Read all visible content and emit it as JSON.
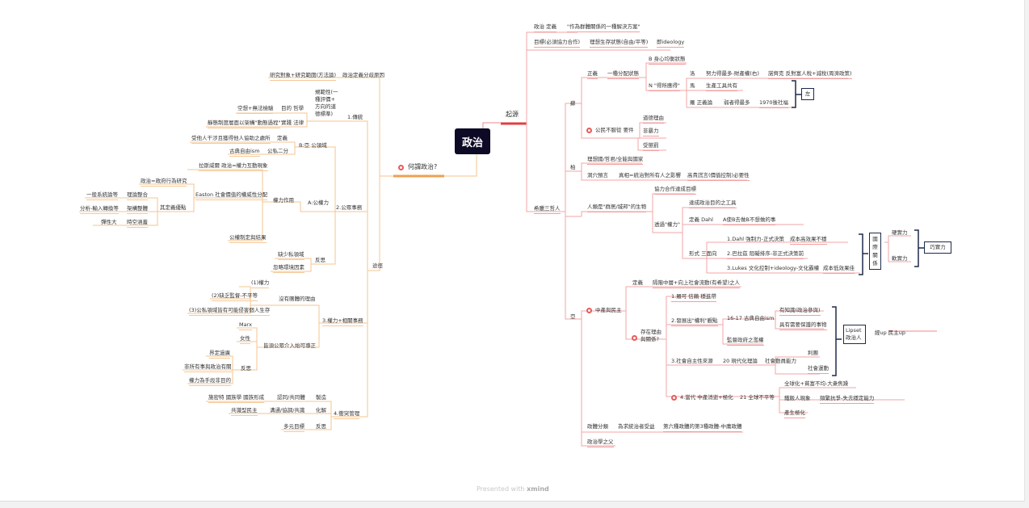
{
  "root": {
    "label": "政治"
  },
  "right": {
    "branch_label": "起源",
    "nodes": {
      "definition_a": "政治 定義",
      "definition_b": "\"作為群體關係的一種解決方案\"",
      "goal_a": "目標(必須協力合作)",
      "goal_b": "理想生存狀態(自由/平等)",
      "goal_c": "即ideology",
      "su": "蘇",
      "zhengyi": "正義",
      "fenpei": "一種分配狀態",
      "b_state": "B 身心均衡狀態",
      "n_label": "N \"得所應得\"",
      "luo": "洛",
      "luo_a": "努力得最多-財產權(右)",
      "luo_b": "諾齊克 反對富人稅+減稅(周濟政策)",
      "ma": "馬",
      "ma_a": "生產工具共有",
      "luo2": "羅 正義論",
      "luo2_a": "弱者得最多",
      "luo2_b": "1970後社福",
      "left_box": "左",
      "gongmin": "公民不服從 要件",
      "g1": "道德理由",
      "g2": "非暴力",
      "g3": "受懲罰",
      "bai": "柏",
      "bai_a": "理想國/哲君/全能與國家",
      "bai_b": "洞穴預言",
      "bai_c": "真相=統治對所有人之影響",
      "bai_d": "高貴謊言(價值控制)必要性",
      "xila": "希臘三哲人",
      "ya": "亞",
      "renlei": "人類是\"群居/城邦\"的生物",
      "xieli": "協力合作達成目標",
      "tougou": "透過\"權力\"",
      "dacheng": "達成政治目的之工具",
      "dingyi": "定義 Dahl",
      "dingyi_a": "A使B去做B不想做的事",
      "xingshi": "形式 三面向",
      "x1": "1.Dahl 強制力-正式決策",
      "x1b": "成本高效果不穩",
      "x2": "2.巴拉茲 阻礙排序-非正式決策前",
      "x3": "3.Lukes 文化控制+ideology-文化霸權",
      "x3b": "成本低效果佳",
      "guoji_box": "國際關係",
      "ying": "硬實力",
      "ruan": "軟實力",
      "qiao_box": "巧實力",
      "zhongchan": "中產與民主",
      "zc_def": "定義",
      "zc_def_a": "隔階中層+向上社會流動(有希望)之人",
      "cunzai": "存在理由與關係?",
      "c1": "1.羅可 信賴 穩進帶",
      "c2": "2.發展出\"權利\"觀點",
      "c2a": "16-17 古典自由ism",
      "c2a1": "有知識(政治參與)",
      "c2a2": "具有需要保護的事物",
      "c2b": "監督政府之濫權",
      "c3": "3.社會自主性來源",
      "c3a": "20 現代化理論",
      "c3b": "社會動員能力",
      "c3b1": "利團",
      "c3b2": "社會運動",
      "c4": "4.當代 中產消逝+極化",
      "c4a": "21 全球不平等",
      "c4b": "全球化+貧富不均-大衆焦躁",
      "c4c": "鐵飯人現象",
      "c4c1": "頻繁抗爭-失去穩定能力",
      "c4d": "產生極化",
      "lipset_box": "Lipset 政治人",
      "lipset_a": "經up 民主up",
      "zhengti": "政體分類",
      "zhengti_a": "為求統治者受益",
      "zhengti_b": "第六種政體的第3種政體-中庸政體",
      "fuzhi": "政治學之父"
    }
  },
  "left": {
    "branch_label": "何謂政治?",
    "nodes": {
      "yanjiu": "研究對象+研究範圍(方法論)",
      "yanjiu_b": "政治定義分歧原因",
      "chuantong": "1.傳統",
      "chuantong_a1": "規範性(一",
      "chuantong_a2": "種評價+",
      "chuantong_a3": "方向的道",
      "chuantong_a4": "德標準)",
      "mudi": "目的 哲學",
      "mudi_a": "空想+無法檢驗",
      "shijian": "實踐 法律",
      "shijian_a": "靜態制度層面以架構\"動態過程\"",
      "gongsi": "B:亞 公領域",
      "gs_def": "定義",
      "gs_def_a": "受他人干涉且獲得他人協助之處所",
      "gs_er": "公私二分",
      "gs_er_a": "古典自由ism",
      "gonggong": "2.公眾事務",
      "gongquan": "A:公權力",
      "quanli": "權力作用",
      "lasiwei": "拉斯威爾 政治=權力互動現象",
      "easton": "Easton 社會價值的權威性分配",
      "zz_zf": "政治=政府行為研究",
      "qiding": "其定義優點",
      "ll": "理論整合",
      "ll_a": "一般系統論等",
      "jg": "架構整體",
      "jg_a": "分析-輸入轉換等",
      "sk": "時空涵蓋",
      "sk_a": "彈性大",
      "juece": "公權制定與結果",
      "fansi": "反思",
      "fs1": "缺少私領域",
      "fs2": "忽略環境因素",
      "tujing": "途徑",
      "quanli_xg": "3.權力+相關事務",
      "meiyou": "沒有團體的理由",
      "m1": "(1)權力",
      "m2": "(2)缺乏監督-不平等",
      "m3": "(3)公私領域皆有可能侵害個人生存",
      "bixu": "皆須公眾介入始可導正",
      "marx": "Marx",
      "nvxing": "女性",
      "fansi2": "反思",
      "jd": "界定過廣",
      "fs_a": "非所有事與政治有關",
      "fs_b": "權力為手段非目的",
      "chongtu": "4.衝突管理",
      "zhizao": "製造",
      "zhizao_a": "認同/共同體",
      "zhizao_b": "施密特 國族學 國族形成",
      "huajie": "化解",
      "huajie_a": "溝通/協調/共識",
      "huajie_b": "共識型民主",
      "fansi3": "反思",
      "fansi3_a": "多元目標"
    }
  },
  "watermark": {
    "prefix": "Presented with",
    "brand": "xmind"
  },
  "colors": {
    "right_line": "#f08a8a",
    "right_accent": "#e04040",
    "left_line": "#f6c48f",
    "left_accent": "#f0a050",
    "root_bg": "#0d0a26",
    "marker": "#e85a5a"
  }
}
